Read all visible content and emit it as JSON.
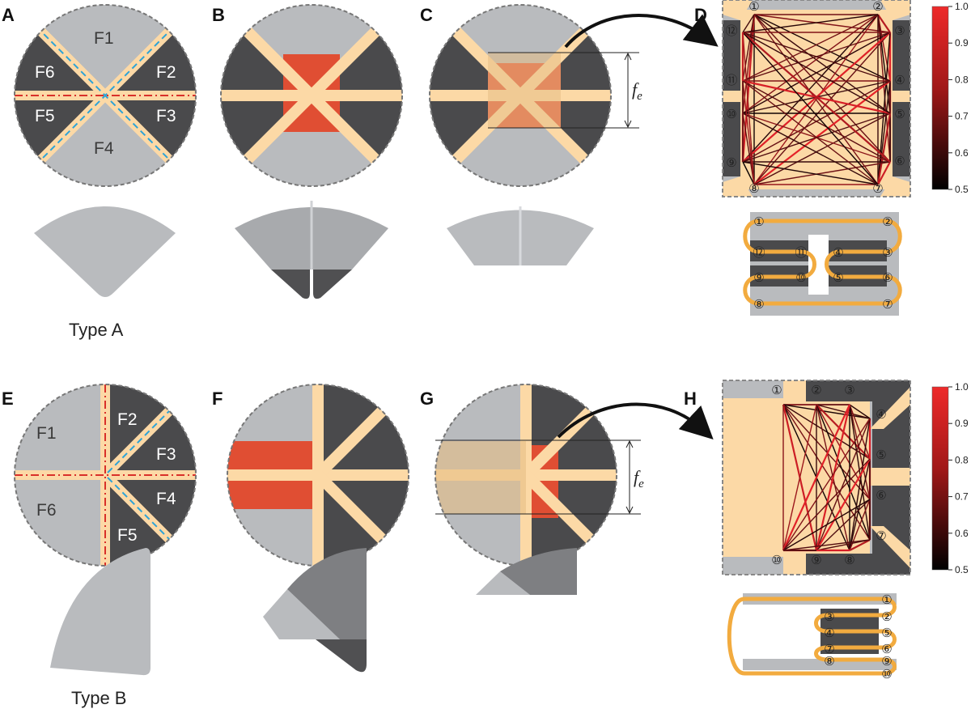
{
  "panels": {
    "a": "A",
    "b": "B",
    "c": "C",
    "d": "D",
    "e": "E",
    "f": "F",
    "g": "G",
    "h": "H"
  },
  "type_a": {
    "label": "Type A",
    "facets": {
      "f1": "F1",
      "f2": "F2",
      "f3": "F3",
      "f4": "F4",
      "f5": "F5",
      "f6": "F6"
    }
  },
  "type_b": {
    "label": "Type B",
    "facets": {
      "f1": "F1",
      "f2": "F2",
      "f3": "F3",
      "f4": "F4",
      "f5": "F5",
      "f6": "F6"
    }
  },
  "fold_label": {
    "main": "f",
    "sub": "e"
  },
  "colorbar": {
    "ticks": [
      "1.0",
      "0.9",
      "0.8",
      "0.7",
      "0.6",
      "0.5"
    ],
    "min": 0.5,
    "max": 1.0
  },
  "nodes_d": [
    "①",
    "②",
    "③",
    "④",
    "⑤",
    "⑥",
    "⑦",
    "⑧",
    "⑨",
    "⑩",
    "⑪",
    "⑫"
  ],
  "nodes_h": [
    "①",
    "②",
    "③",
    "④",
    "⑤",
    "⑥",
    "⑦",
    "⑧",
    "⑨",
    "⑩"
  ],
  "colors": {
    "light_facet": "#b9bbbe",
    "dark_facet": "#4a4a4c",
    "crease": "#fcd9a6",
    "active": "#e04e33",
    "connector": "#f2ab3f",
    "edge_high": "#e8222a",
    "edge_low": "#000000"
  }
}
